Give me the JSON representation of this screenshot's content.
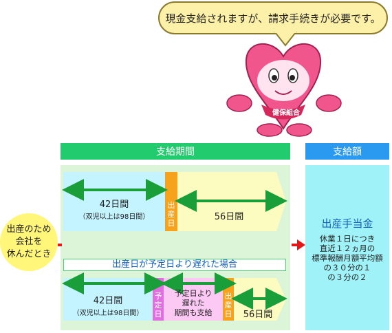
{
  "bubble": {
    "text": "現金支給されますが、請求手続きが必要です。"
  },
  "mascot": {
    "badge": "健保組合"
  },
  "headers": {
    "period": "支給期間",
    "amount": "支給額"
  },
  "left": {
    "lines": [
      "出産のため",
      "会社を",
      "休んだとき"
    ]
  },
  "row1": {
    "before_days": "42日間",
    "before_note": "（双児以上は98日間）",
    "birth_day": [
      "出",
      "産",
      "日"
    ],
    "after_days": "56日間"
  },
  "late_label": "出産日が予定日より遅れた場合",
  "row2": {
    "before_days": "42日間",
    "before_note": "（双児以上は98日間）",
    "due_day": [
      "予",
      "定",
      "日"
    ],
    "late_text": [
      "予定日より",
      "遅れた",
      "期間も支給"
    ],
    "birth_day": [
      "出",
      "産",
      "日"
    ],
    "after_days": "56日間"
  },
  "amount": {
    "title": "出産手当金",
    "desc": [
      "休業１日につき",
      "直近１２ヵ月の",
      "標準報酬月額平均額",
      "の３０分の１",
      "の３分の２"
    ]
  },
  "colors": {
    "bubble_fill": "#fdf0a8",
    "period_header": "#22cc6e",
    "amount_header": "#2a9af0",
    "period_bg": "#dcf5d8",
    "amount_bg": "#9ff2f7",
    "before_box": "#c4f4ff",
    "after_box": "#fcfcc0",
    "birth_marker": "#f7a21c",
    "due_marker": "#e070e0",
    "late_box": "#fcc8f4",
    "arrow_green": "#1a9e3a",
    "arrow_red": "#e01a1a",
    "circle": "#fff67a",
    "mascot": "#f0558c"
  }
}
